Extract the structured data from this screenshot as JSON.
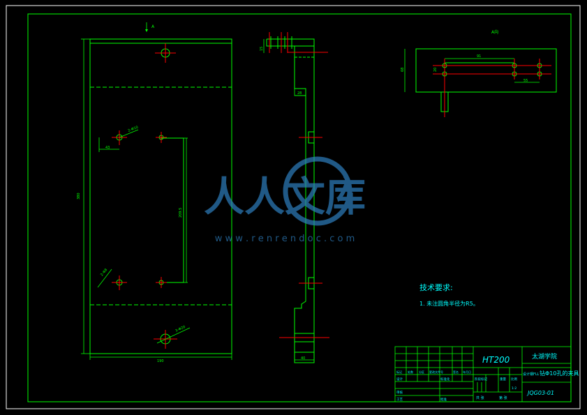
{
  "colors": {
    "background": "#000000",
    "frame": "#ffffff",
    "border": "#00ff00",
    "part": "#00ff00",
    "centerline": "#ff0000",
    "hole": "#00ff00",
    "dimension": "#00ff00",
    "note": "#00ffff",
    "title_text": "#00ffff",
    "watermark": "#2e7fbf"
  },
  "view_labels": {
    "section_arrow": "A",
    "aux_view": "A向"
  },
  "dimensions": {
    "front_height": "380",
    "front_width": "190",
    "hole_offset": "43",
    "hole_spacing": "209.5",
    "hole_top_note": "2-Φ10",
    "hole_bottom_note": "2-Φ8",
    "hole_main_note": "3-Φ20",
    "side_top": "28",
    "side_bottom": "40",
    "side_flange": "15",
    "aux_width": "91",
    "aux_height": "68",
    "aux_offset": "55",
    "aux_small": "20"
  },
  "tech_requirements": {
    "title": "技术要求:",
    "item1": "1. 未注圆角半径为R5。"
  },
  "title_block": {
    "material": "HT200",
    "school": "太湖学院",
    "part_name": "钻Φ10孔的夹具",
    "part_prefix": "设计钢FLL",
    "drawing_no": "JQG03-01",
    "weight_label": "重量",
    "scale_label": "比例",
    "scale_value": "1:2",
    "sheet_total": "共 张",
    "sheet_no": "第 张",
    "stage_label": "阶段标记",
    "designer": "设计",
    "checker": "审核",
    "process": "工艺",
    "standard": "标准化",
    "approve": "批准",
    "mark": "标记",
    "count": "处数",
    "zone": "分区",
    "change_doc": "更改文件号",
    "signature": "签名",
    "date": "年月日"
  },
  "watermark": {
    "text": "人人文库",
    "url": "w w w . r e n r e n d o c . c o m"
  }
}
